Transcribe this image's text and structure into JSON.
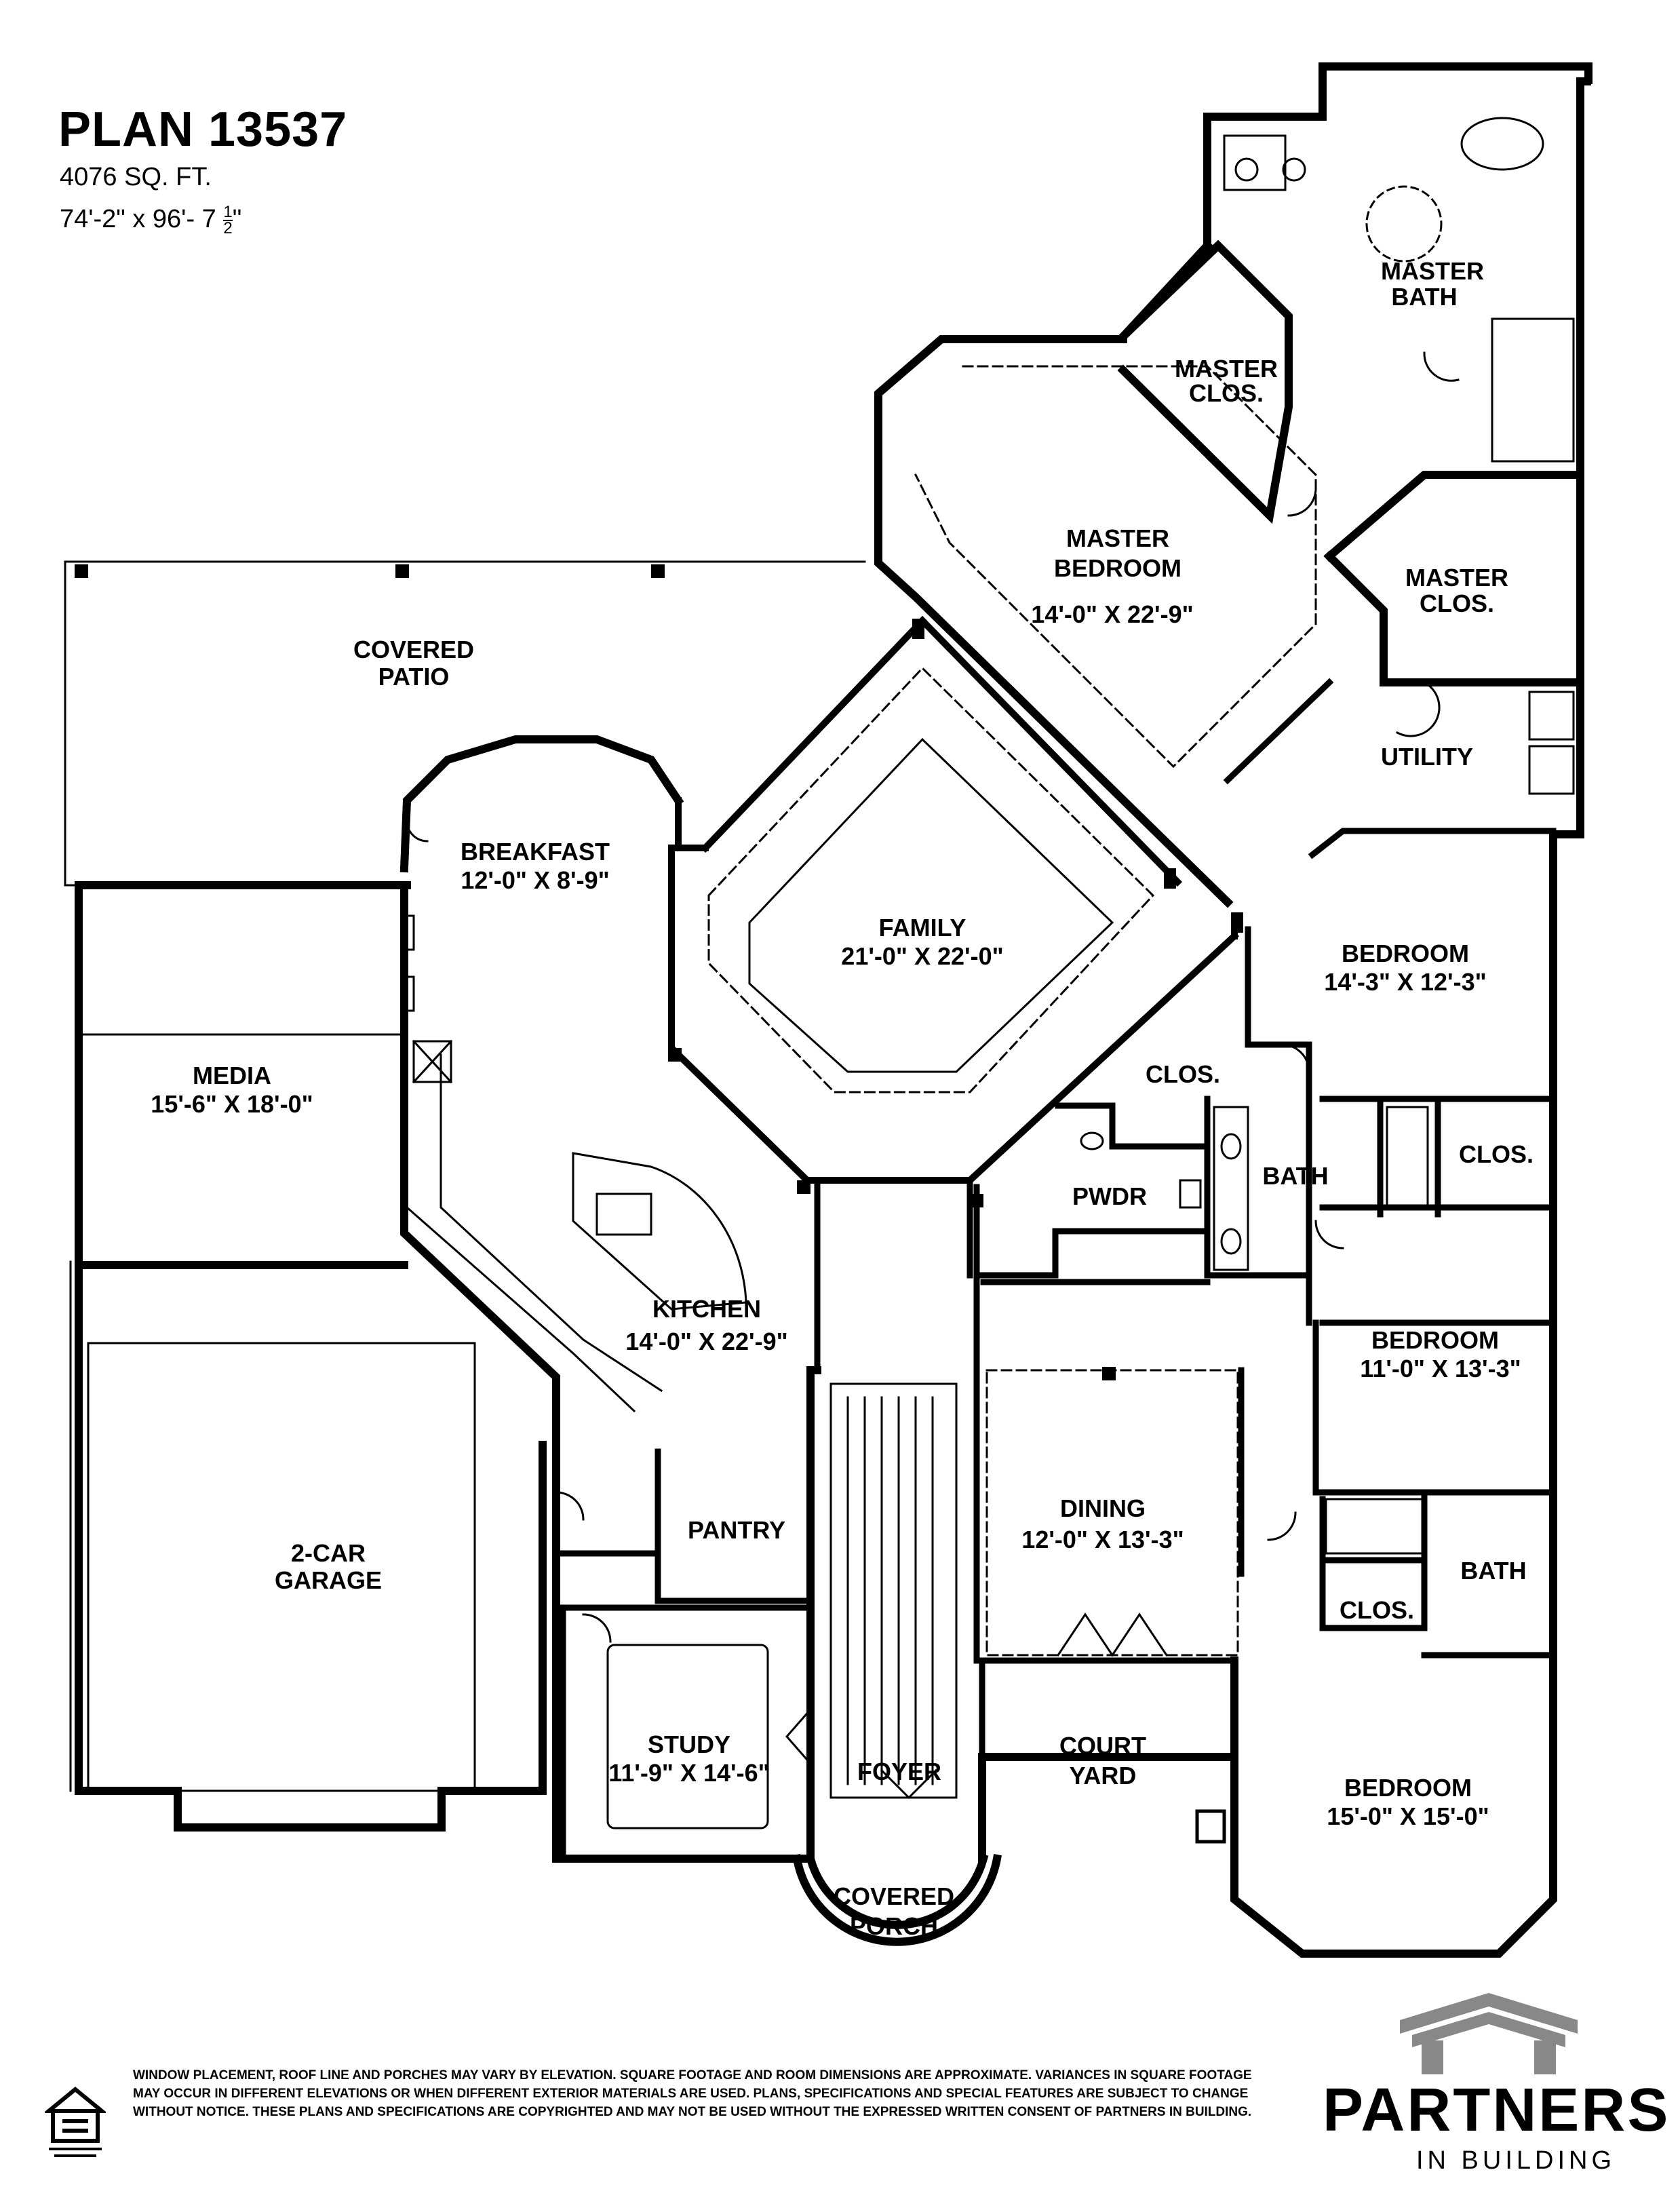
{
  "header": {
    "plan_name": "PLAN 13537",
    "sq_ft": "4076 SQ. FT.",
    "dimensions_prefix": "74'-2\" x 96'- 7",
    "dimensions_fraction_num": "1",
    "dimensions_fraction_den": "2",
    "dimensions_suffix": "\""
  },
  "rooms": {
    "covered_patio": {
      "line1": "COVERED",
      "line2": "PATIO"
    },
    "breakfast": {
      "line1": "BREAKFAST",
      "line2": "12'-0\" X 8'-9\""
    },
    "media": {
      "line1": "MEDIA",
      "line2": "15'-6\" X 18'-0\""
    },
    "family": {
      "line1": "FAMILY",
      "line2": "21'-0\" X 22'-0\""
    },
    "master_bedroom": {
      "line1": "MASTER",
      "line2": "BEDROOM",
      "line3": "14'-0\" X 22'-9\""
    },
    "master_bath": {
      "line1": "MASTER",
      "line2": "BATH"
    },
    "master_clos_1": {
      "line1": "MASTER",
      "line2": "CLOS."
    },
    "master_clos_2": {
      "line1": "MASTER",
      "line2": "CLOS."
    },
    "utility": {
      "line1": "UTILITY"
    },
    "bedroom_2": {
      "line1": "BEDROOM",
      "line2": "14'-3\" X 12'-3\""
    },
    "clos_1": {
      "line1": "CLOS."
    },
    "bath_1": {
      "line1": "BATH"
    },
    "clos_2": {
      "line1": "CLOS."
    },
    "pwdr": {
      "line1": "PWDR"
    },
    "kitchen": {
      "line1": "KITCHEN",
      "line2": "14'-0\" X 22'-9\""
    },
    "bedroom_3": {
      "line1": "BEDROOM",
      "line2": "11'-0\" X 13'-3\""
    },
    "garage": {
      "line1": "2-CAR",
      "line2": "GARAGE"
    },
    "pantry": {
      "line1": "PANTRY"
    },
    "dining": {
      "line1": "DINING",
      "line2": "12'-0\" X 13'-3\""
    },
    "bath_2": {
      "line1": "BATH"
    },
    "clos_3": {
      "line1": "CLOS."
    },
    "study": {
      "line1": "STUDY",
      "line2": "11'-9\" X 14'-6\""
    },
    "foyer": {
      "line1": "FOYER"
    },
    "court_yard": {
      "line1": "COURT",
      "line2": "YARD"
    },
    "bedroom_4": {
      "line1": "BEDROOM",
      "line2": "15'-0\" X 15'-0\""
    },
    "covered_porch": {
      "line1": "COVERED",
      "line2": "PORCH"
    }
  },
  "footer": {
    "disclaimer": "WINDOW PLACEMENT, ROOF LINE AND PORCHES MAY VARY BY ELEVATION.  SQUARE FOOTAGE AND ROOM DIMENSIONS ARE APPROXIMATE. VARIANCES IN SQUARE FOOTAGE MAY OCCUR IN DIFFERENT ELEVATIONS OR  WHEN DIFFERENT EXTERIOR MATERIALS ARE USED.  PLANS, SPECIFICATIONS AND SPECIAL FEATURES ARE SUBJECT TO CHANGE WITHOUT NOTICE.  THESE PLANS AND SPECIFICATIONS ARE COPYRIGHTED AND MAY NOT BE USED  WITHOUT THE EXPRESSED WRITTEN CONSENT OF PARTNERS IN BUILDING.",
    "brand_name": "PARTNERS",
    "brand_tagline": "IN BUILDING",
    "eho_mark": "equal-housing-opportunity-logo"
  }
}
